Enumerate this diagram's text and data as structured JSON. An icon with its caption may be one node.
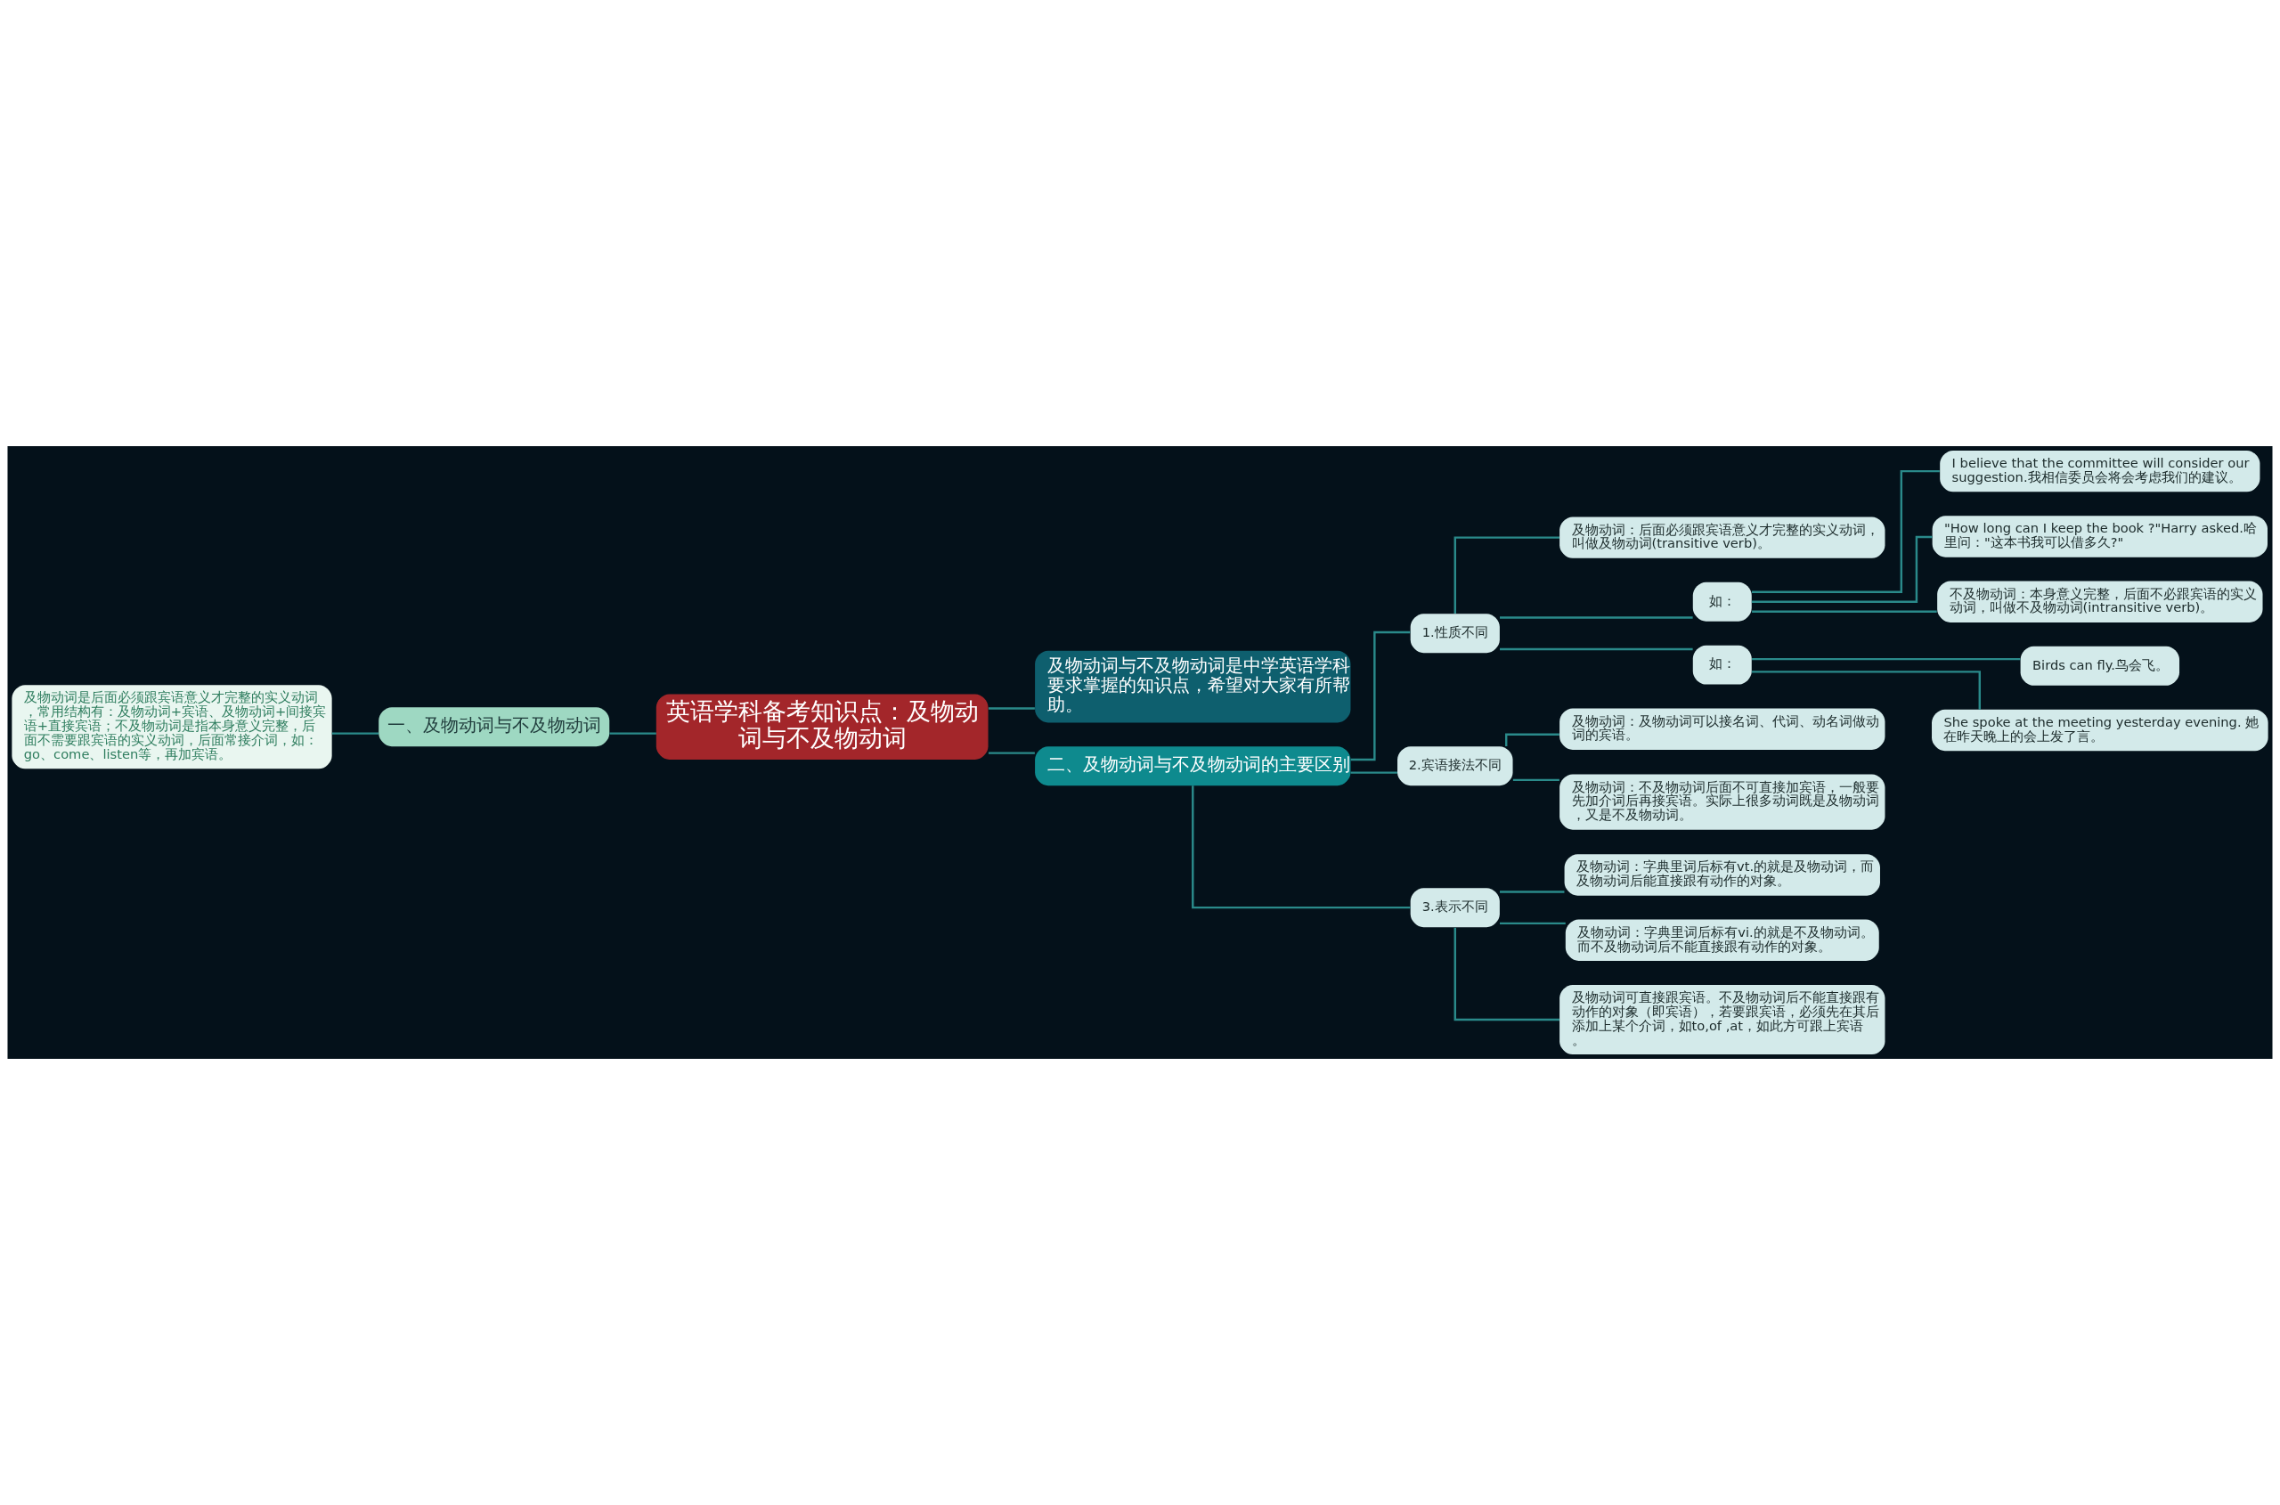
{
  "diagram": {
    "nodes": [
      {
        "text": [
          "英语学科备考知识点：及物动词与不及物动词"
        ]
      },
      {
        "text": [
          "一、及物动词与不及物动词"
        ]
      },
      {
        "text": [
          "及物动词是后面必须跟宾语意义才完整的实义动词，常用结构有：及物动词+宾语、及物动词+间接宾语+直接宾语；不及物动词是指本身意义完整，后面不需要跟宾语的实义动词，后面常接介词，如：go、come、listen等，再加宾语。"
        ]
      },
      {
        "text": [
          "及物动词与不及物动词是中学英语学科要求掌握的知识点，希望对大家有所帮助。"
        ]
      },
      {
        "text": [
          "二、及物动词与不及物动词的主要区别"
        ]
      },
      {
        "text": [
          "1.性质不同"
        ]
      },
      {
        "text": [
          "及物动词：后面必须跟宾语意义才完整的实义动词，叫做及物动词(transitive verb)。"
        ]
      },
      {
        "text": [
          "如："
        ]
      },
      {
        "text": [
          "I believe that the committee will consider our suggestion.我相信委员会将会考虑我们的建议。"
        ]
      },
      {
        "text": [
          "\"How long can I keep the book ?\"Harry asked.哈里问：\"这本书我可以借多久?\""
        ]
      },
      {
        "text": [
          "不及物动词：本身意义完整，后面不必跟宾语的实义动词，叫做不及物动词(intransitive verb)。"
        ]
      },
      {
        "text": [
          "如："
        ]
      },
      {
        "text": [
          "Birds can fly.鸟会飞。"
        ]
      },
      {
        "text": [
          "She spoke at the meeting yesterday evening. 她在昨天晚上的会上发了言。"
        ]
      },
      {
        "text": [
          "2.宾语接法不同"
        ]
      },
      {
        "text": [
          "及物动词：及物动词可以接名词、代词、动名词做动词的宾语。"
        ]
      },
      {
        "text": [
          "及物动词：不及物动词后面不可直接加宾语，一般要先加介词后再接宾语。实际上很多动词既是及物动词，又是不及物动词。"
        ]
      },
      {
        "text": [
          "3.表示不同"
        ]
      },
      {
        "text": [
          "及物动词：字典里词后标有vt.的就是及物动词，而及物动词后能直接跟有动作的对象。"
        ]
      },
      {
        "text": [
          "及物动词：字典里词后标有vi.的就是不及物动词。而不及物动词后不能直接跟有动作的对象。"
        ]
      },
      {
        "text": [
          "及物动词可直接跟宾语。不及物动词后不能直接跟有动作的对象（即宾语），若要跟宾语，必须先在其后添加上某个介词，如to,of ,at，如此方可跟上宾语。"
        ]
      }
    ],
    "edges": [
      {
        "from": 0,
        "to": 1,
        "arrow": "none"
      },
      {
        "from": 1,
        "to": 2,
        "arrow": "none"
      },
      {
        "from": 0,
        "to": 3,
        "arrow": "none"
      },
      {
        "from": 0,
        "to": 4,
        "arrow": "none"
      },
      {
        "from": 4,
        "to": 5,
        "arrow": "none"
      },
      {
        "from": 5,
        "to": 6,
        "arrow": "none"
      },
      {
        "from": 5,
        "to": 7,
        "arrow": "none"
      },
      {
        "from": 7,
        "to": 8,
        "arrow": "none"
      },
      {
        "from": 7,
        "to": 9,
        "arrow": "none"
      },
      {
        "from": 7,
        "to": 10,
        "arrow": "none"
      },
      {
        "from": 5,
        "to": 11,
        "arrow": "none"
      },
      {
        "from": 11,
        "to": 12,
        "arrow": "none"
      },
      {
        "from": 11,
        "to": 13,
        "arrow": "none"
      },
      {
        "from": 4,
        "to": 14,
        "arrow": "none"
      },
      {
        "from": 14,
        "to": 15,
        "arrow": "none"
      },
      {
        "from": 14,
        "to": 16,
        "arrow": "none"
      },
      {
        "from": 4,
        "to": 17,
        "arrow": "none"
      },
      {
        "from": 17,
        "to": 18,
        "arrow": "none"
      },
      {
        "from": 17,
        "to": 19,
        "arrow": "none"
      },
      {
        "from": 17,
        "to": 20,
        "arrow": "none"
      }
    ]
  }
}
